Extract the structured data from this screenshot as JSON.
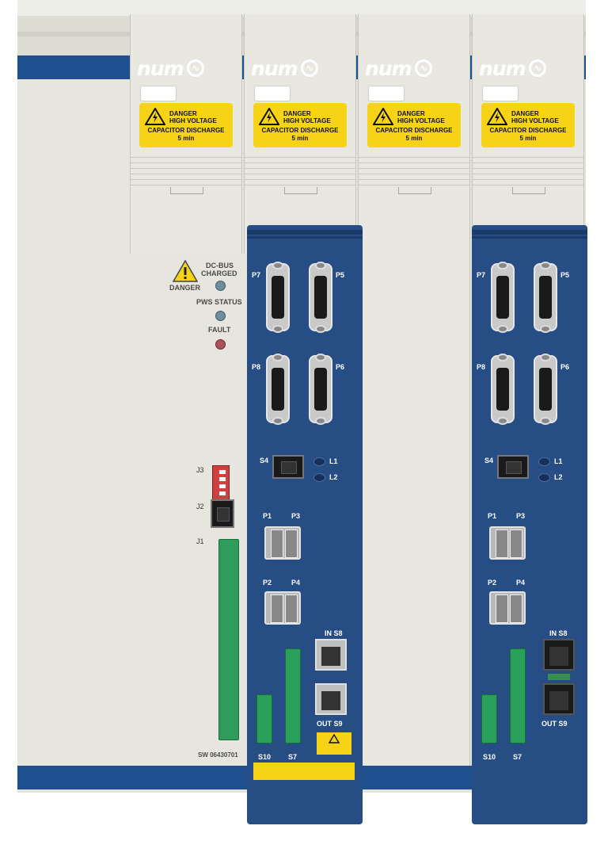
{
  "brand": {
    "logo_text": "num",
    "logo_symbol": "∿",
    "color_blue": "#1e4f8e",
    "color_cpu": "#274d85"
  },
  "drive_label": {
    "line1": "DANGER",
    "line2": "HIGH VOLTAGE",
    "line3": "CAPACITOR DISCHARGE",
    "line4": "5 min"
  },
  "psu": {
    "danger_label": "DANGER",
    "dc_bus": "DC-BUS",
    "charged": "CHARGED",
    "pws_status": "PWS STATUS",
    "fault": "FAULT",
    "j3": "J3",
    "j2": "J2",
    "j1": "J1",
    "sw_version": "SW 06430701",
    "led_colors": {
      "dc_bus": "#6d8f9c",
      "pws": "#6d8f9c",
      "fault": "#b0505a"
    }
  },
  "cpu_modules": [
    {
      "p7": "P7",
      "p5": "P5",
      "p8": "P8",
      "p6": "P6",
      "s4": "S4",
      "l1": "L1",
      "l2": "L2",
      "p1": "P1",
      "p3": "P3",
      "p2": "P2",
      "p4": "P4",
      "in_s8": "IN S8",
      "out_s9": "OUT S9",
      "s10": "S10",
      "s7": "S7"
    },
    {
      "p7": "P7",
      "p5": "P5",
      "p8": "P8",
      "p6": "P6",
      "s4": "S4",
      "l1": "L1",
      "l2": "L2",
      "p1": "P1",
      "p3": "P3",
      "p2": "P2",
      "p4": "P4",
      "in_s8": "IN S8",
      "out_s9": "OUT S9",
      "s10": "S10",
      "s7": "S7"
    }
  ]
}
